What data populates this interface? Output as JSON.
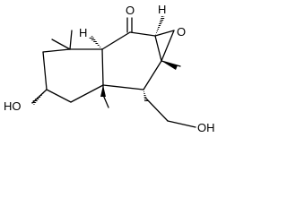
{
  "labels": {
    "carbonyl_oxygen": "O",
    "epoxide_oxygen": "O",
    "hydroxyl_left": "HO",
    "hydroxyl_right": "OH",
    "hydrogen_top": "H",
    "hydrogen_top_right": "H"
  }
}
